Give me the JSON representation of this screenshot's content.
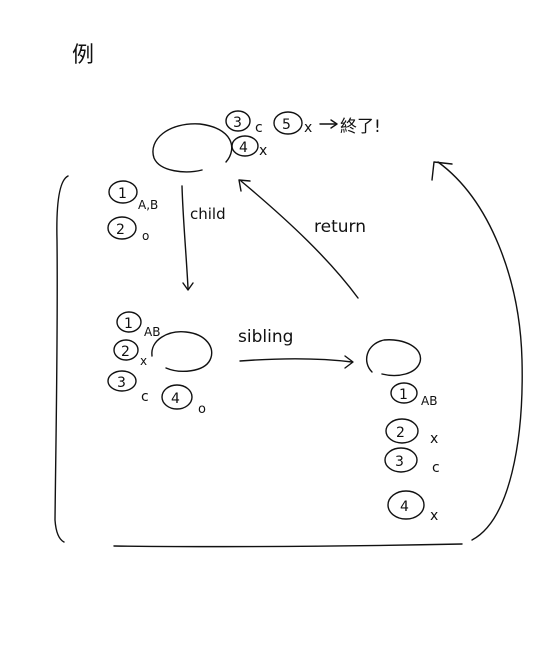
{
  "title": "例",
  "top_node": {
    "steps_right": [
      {
        "num": "3",
        "mark": "c"
      },
      {
        "num": "5",
        "mark": "x"
      },
      {
        "num": "4",
        "mark": "x"
      }
    ],
    "end_label": "終了!",
    "steps_left": [
      {
        "num": "1",
        "mark": "A,B"
      },
      {
        "num": "2",
        "mark": "o"
      }
    ]
  },
  "left_node": {
    "steps": [
      {
        "num": "1",
        "mark": "AB"
      },
      {
        "num": "2",
        "mark": "x"
      },
      {
        "num": "3",
        "mark": "c"
      },
      {
        "num": "4",
        "mark": "o"
      }
    ]
  },
  "right_node": {
    "steps": [
      {
        "num": "1",
        "mark": "AB"
      },
      {
        "num": "2",
        "mark": "x"
      },
      {
        "num": "3",
        "mark": "c"
      },
      {
        "num": "4",
        "mark": "x"
      }
    ]
  },
  "edges": {
    "child": "child",
    "sibling": "sibling",
    "return": "return"
  }
}
